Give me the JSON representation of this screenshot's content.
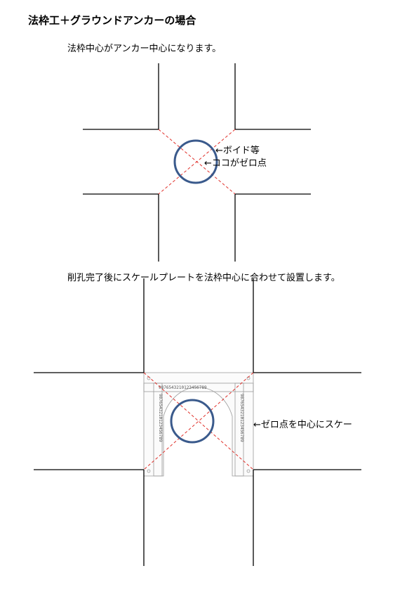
{
  "document": {
    "title": "法枠工＋グラウンドアンカーの場合",
    "caption1": "法枠中心がアンカー中心になります。",
    "caption2": "削孔完了後にスケールプレートを法枠中心に合わせて設置します。"
  },
  "figure1": {
    "label_void": "←ボイド等",
    "label_zero": "←ココがゼロ点"
  },
  "figure2": {
    "label_scale": "←ゼロ点を中心にスケー",
    "scale_top": "9876543210123456789",
    "scale_left": "9876543210123456789",
    "scale_right": "9876543210123456789"
  },
  "colors": {
    "frame_line": "#000000",
    "diagonal": "#e0302a",
    "circle": "#3a5a8c",
    "plate_edge": "#9a9a9a"
  }
}
